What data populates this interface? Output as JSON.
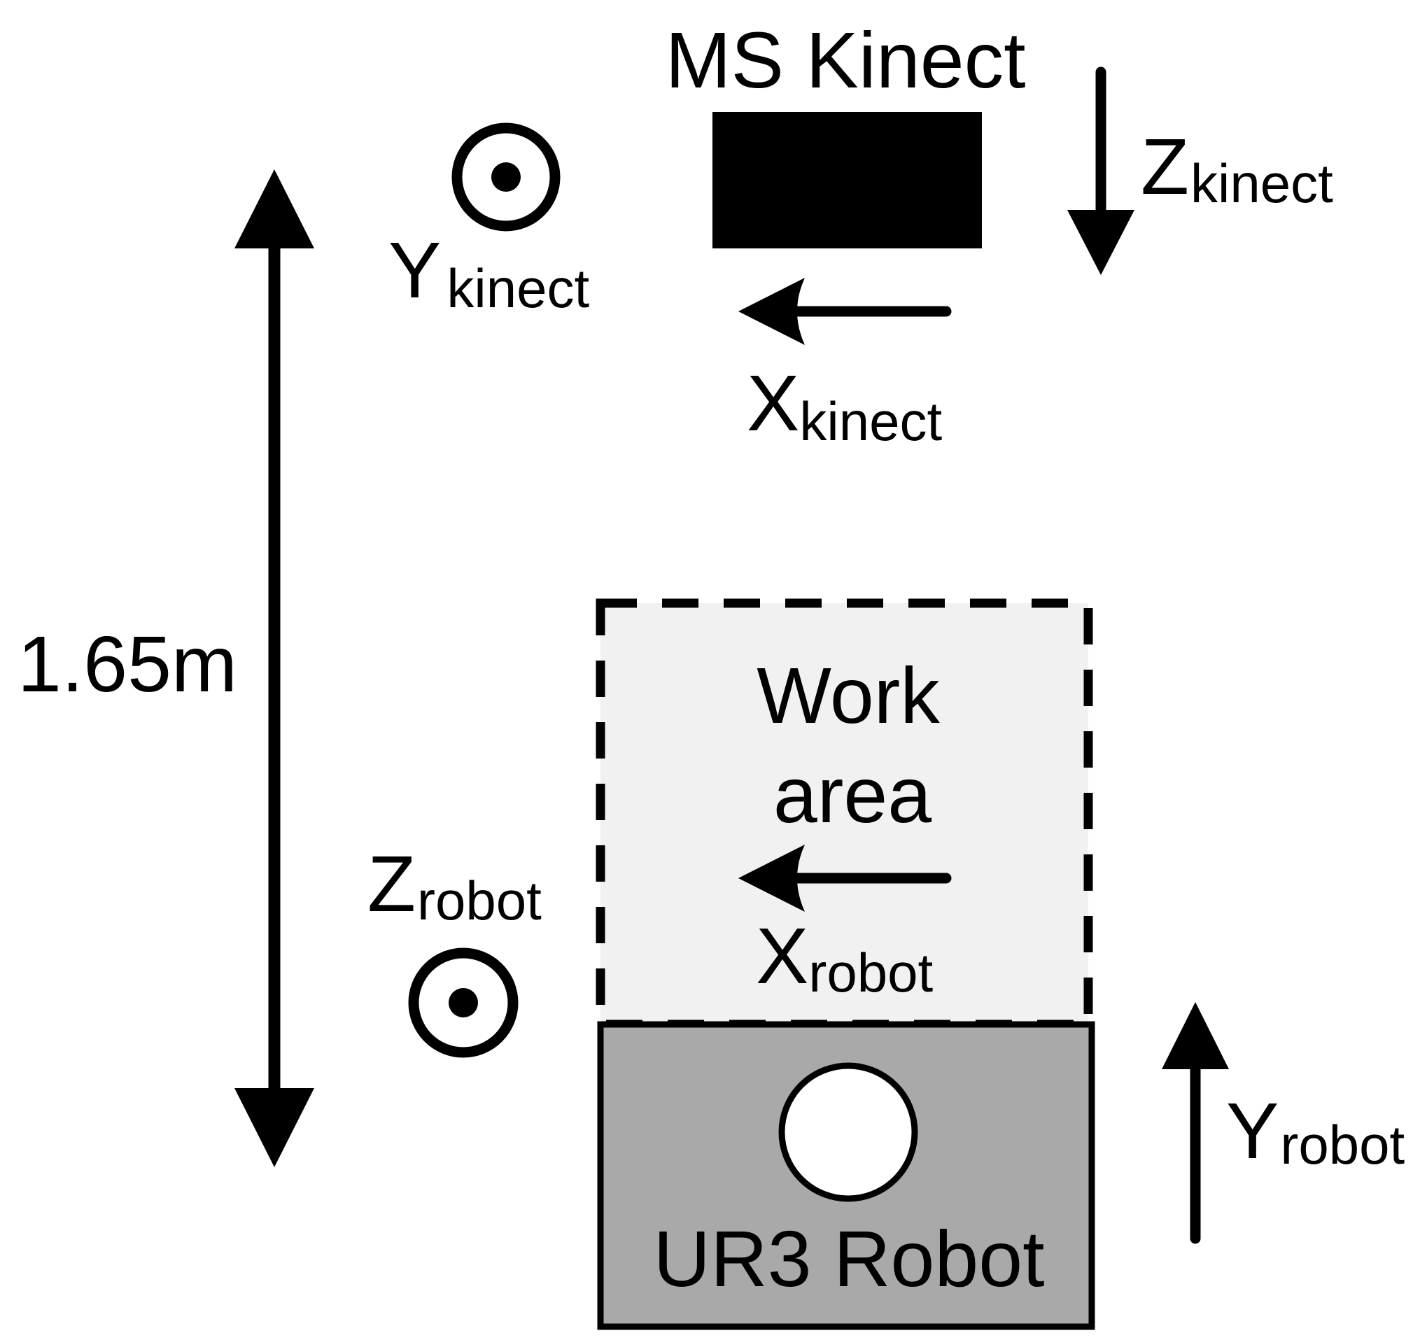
{
  "labels": {
    "kinect_title": "MS Kinect",
    "y_kinect": {
      "symbol": "Y",
      "subscript": "kinect"
    },
    "z_kinect": {
      "symbol": "Z",
      "subscript": "kinect"
    },
    "x_kinect": {
      "symbol": "X",
      "subscript": "kinect"
    },
    "distance": "1.65m",
    "work_area_line1": "Work",
    "work_area_line2": "area",
    "z_robot": {
      "symbol": "Z",
      "subscript": "robot"
    },
    "x_robot": {
      "symbol": "X",
      "subscript": "robot"
    },
    "y_robot": {
      "symbol": "Y",
      "subscript": "robot"
    },
    "robot_title": "UR3 Robot"
  },
  "colors": {
    "ink": "#000000",
    "work_area_fill": "#f1f1f1",
    "robot_base_fill": "#a9a9a9",
    "robot_joint_fill": "#ffffff"
  }
}
